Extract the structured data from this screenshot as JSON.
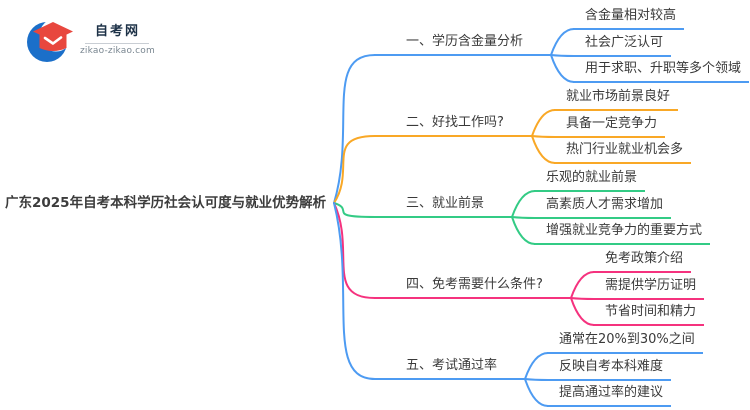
{
  "logo": {
    "site_name": "自考网",
    "site_url": "zikao-zikao.com",
    "icon": "graduation-cap-icon",
    "cap_color": "#E8473E",
    "swoosh_color": "#1B6FC9"
  },
  "root": {
    "label": "广东2025年自考本科学历社会认可度与就业优势解析"
  },
  "branches": [
    {
      "label": "一、学历含金量分析",
      "color": "#4D9BF2",
      "children": [
        "含金量相对较高",
        "社会广泛认可",
        "用于求职、升职等多个领域"
      ]
    },
    {
      "label": "二、好找工作吗?",
      "color": "#F9A826",
      "children": [
        "就业市场前景良好",
        "具备一定竞争力",
        "热门行业就业机会多"
      ]
    },
    {
      "label": "三、就业前景",
      "color": "#33CB85",
      "children": [
        "乐观的就业前景",
        "高素质人才需求增加",
        "增强就业竞争力的重要方式"
      ]
    },
    {
      "label": "四、免考需要什么条件?",
      "color": "#F5327E",
      "children": [
        "免考政策介绍",
        "需提供学历证明",
        "节省时间和精力"
      ]
    },
    {
      "label": "五、考试通过率",
      "color": "#4D9BF2",
      "children": [
        "通常在20%到30%之间",
        "反映自考本科难度",
        "提高通过率的建议"
      ]
    }
  ]
}
